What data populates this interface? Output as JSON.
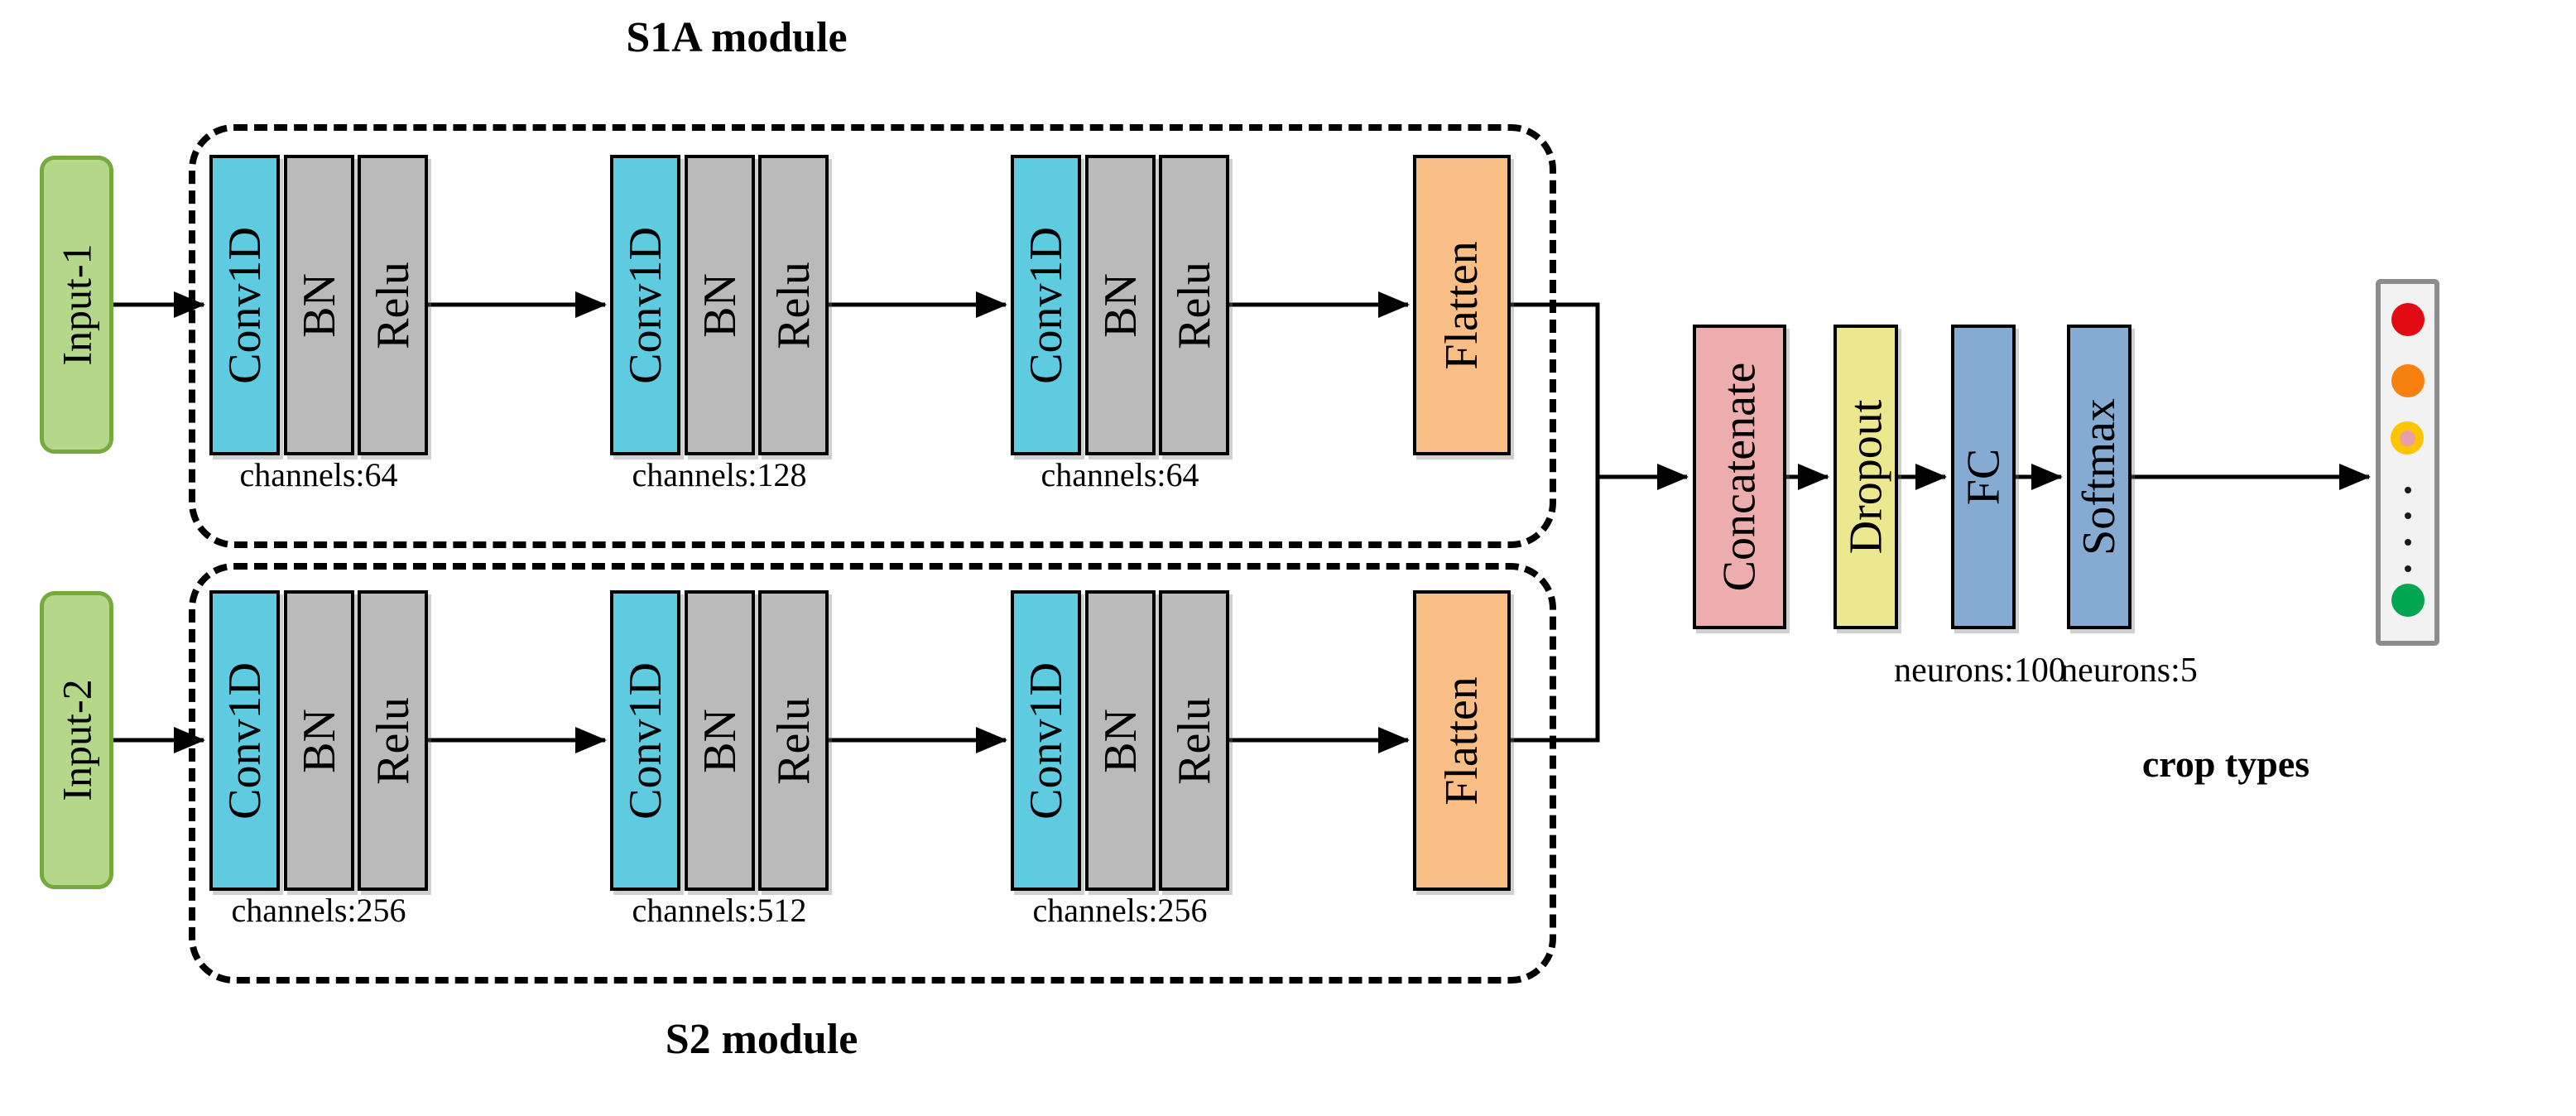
{
  "titles": {
    "s1a": "S1A module",
    "s2": "S2 module"
  },
  "inputs": {
    "input1": "Input-1",
    "input2": "Input-2"
  },
  "branch_s1a": {
    "groups": [
      {
        "conv": "Conv1D",
        "bn": "BN",
        "relu": "Relu",
        "channels": "channels:64"
      },
      {
        "conv": "Conv1D",
        "bn": "BN",
        "relu": "Relu",
        "channels": "channels:128"
      },
      {
        "conv": "Conv1D",
        "bn": "BN",
        "relu": "Relu",
        "channels": "channels:64"
      }
    ],
    "flatten": "Flatten"
  },
  "branch_s2": {
    "groups": [
      {
        "conv": "Conv1D",
        "bn": "BN",
        "relu": "Relu",
        "channels": "channels:256"
      },
      {
        "conv": "Conv1D",
        "bn": "BN",
        "relu": "Relu",
        "channels": "channels:512"
      },
      {
        "conv": "Conv1D",
        "bn": "BN",
        "relu": "Relu",
        "channels": "channels:256"
      }
    ],
    "flatten": "Flatten"
  },
  "head": {
    "concatenate": "Concatenate",
    "dropout": "Dropout",
    "fc": "FC",
    "softmax": "Softmax",
    "fc_neurons": "neurons:100",
    "softmax_neurons": "neurons:5"
  },
  "output": {
    "caption": "crop types",
    "dots": [
      {
        "name": "red",
        "color": "#e30b13"
      },
      {
        "name": "orange",
        "color": "#f8800f"
      },
      {
        "name": "yellow",
        "color": "#fdc400",
        "inner": "#e8a0a8"
      },
      {
        "name": "green",
        "color": "#00a650"
      }
    ]
  },
  "colors": {
    "input_fill": "#b5d78a",
    "input_border": "#76aa3f",
    "conv_fill": "#5fcbe1",
    "gray_fill": "#bababa",
    "flatten_fill": "#f9bd86",
    "concat_fill": "#edacae",
    "dropout_fill": "#ebe88f",
    "fc_fill": "#85abd3",
    "output_fill": "#f2f2f2",
    "output_border": "#8c8c8c"
  }
}
